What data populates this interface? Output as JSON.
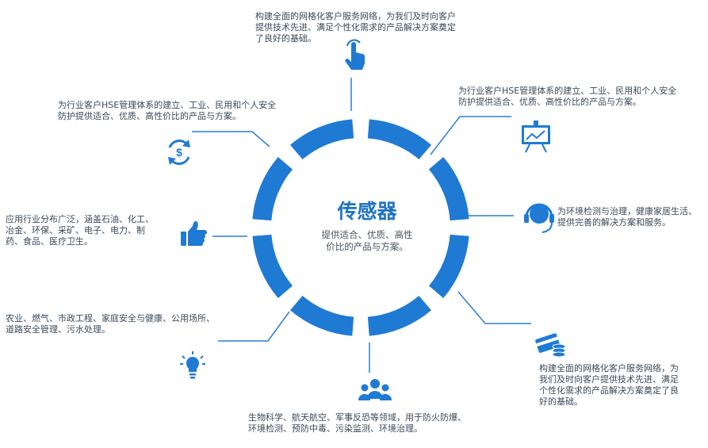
{
  "center": {
    "title": "传感器",
    "subtitle": "提供适合、优质、高性\n价比的产品与方案。"
  },
  "accent_color": "#1f7ad4",
  "nodes": [
    {
      "id": "top",
      "icon": "touch-hand-icon",
      "text": "构建全面的网格化客户服务网络，为我们及时向客户\n提供技术先进、满足个性化需求的产品解决方案奠定\n了良好的基础。"
    },
    {
      "id": "top-right",
      "icon": "presentation-chart-icon",
      "text": "为行业客户HSE管理体系的建立、工业、民用和个人安全\n防护提供适合、优质、高性价比的产品与方案。"
    },
    {
      "id": "right",
      "icon": "headset-icon",
      "text": "为环境检测与治理，健康家居生活、\n提供完善的解决方案和服务。"
    },
    {
      "id": "bottom-right",
      "icon": "credit-card-coins-icon",
      "text": "构建全面的网格化客户服务网络，为\n我们及时向客户提供技术先进、满足\n个性化需求的产品解决方案奠定了良\n好的基础。"
    },
    {
      "id": "bottom",
      "icon": "group-people-icon",
      "text": "生物科学、航天航空、军事反恐等领域，用于防火防爆、\n环境检测、预防中毒、污染监测、环境治理。"
    },
    {
      "id": "bottom-left",
      "icon": "lightbulb-icon",
      "text": "农业、燃气、市政工程、家庭安全与健康、公用场所、\n道路安全管理、污水处理。"
    },
    {
      "id": "left",
      "icon": "thumbs-up-icon",
      "text": "应用行业分布广泛，涵盖石油、化工、\n冶金、环保、采矿、电子、电力、制\n药、食品、医疗卫生。"
    },
    {
      "id": "top-left",
      "icon": "dollar-cycle-icon",
      "text": "为行业客户HSE管理体系的建立、工业、民用和个人安全\n防护提供适合、优质、高性价比的产品与方案。"
    }
  ]
}
